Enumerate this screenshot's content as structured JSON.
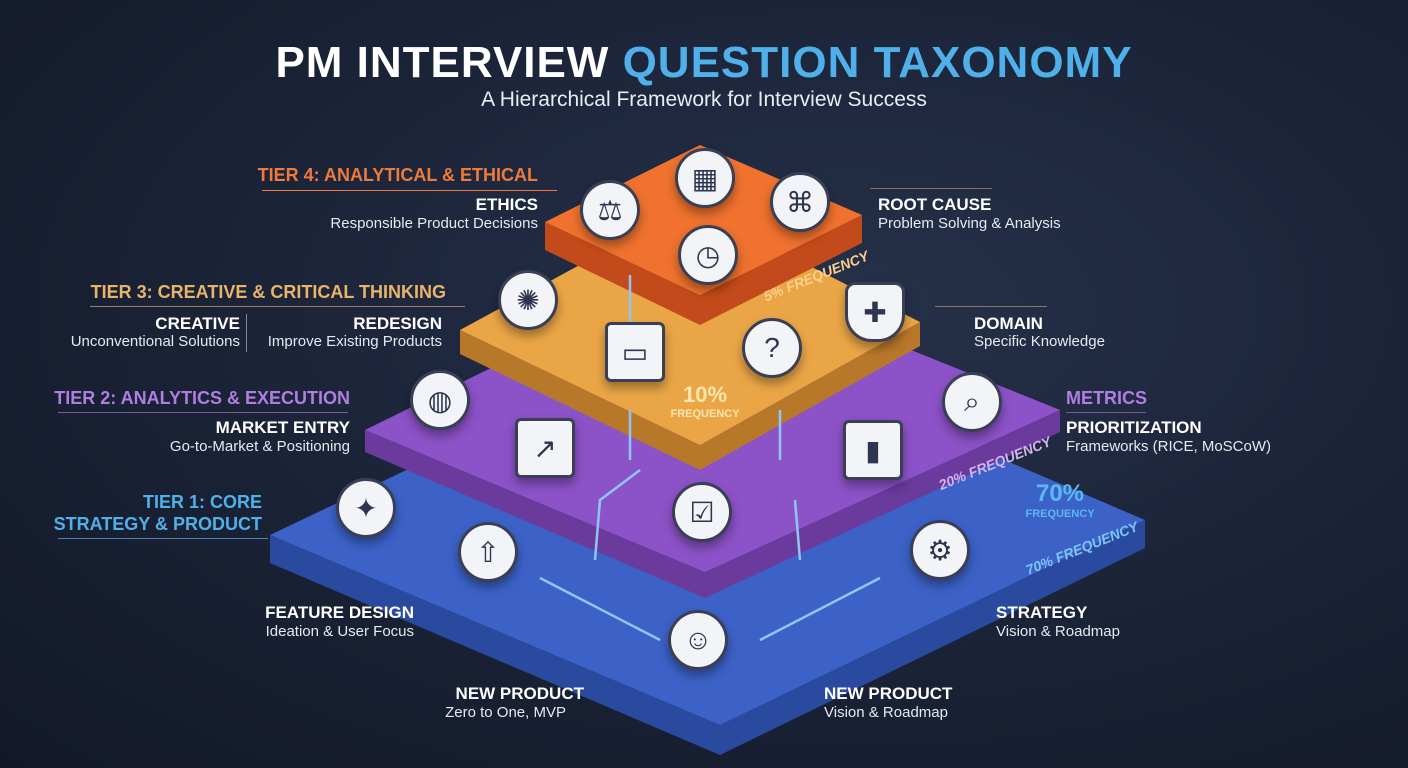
{
  "header": {
    "title_main": "PM INTERVIEW",
    "title_accent": "QUESTION TAXONOMY",
    "subtitle": "A Hierarchical Framework for Interview Success"
  },
  "colors": {
    "tier1": "#3f6fd0",
    "tier2": "#8a4fc4",
    "tier3": "#e8a240",
    "tier4": "#ef6a2a",
    "accent": "#4fb0ea"
  },
  "tiers": {
    "tier4": {
      "heading": "TIER 4: ANALYTICAL & ETHICAL",
      "frequency": "5% FREQUENCY",
      "items": [
        {
          "label": "ETHICS",
          "desc": "Responsible Product Decisions"
        },
        {
          "label": "ROOT CAUSE",
          "desc": "Problem Solving & Analysis"
        }
      ]
    },
    "tier3": {
      "heading": "TIER 3: CREATIVE & CRITICAL THINKING",
      "frequency_pct": "10%",
      "frequency_word": "FREQUENCY",
      "items": [
        {
          "label": "CREATIVE",
          "desc": "Unconventional Solutions"
        },
        {
          "label": "REDESIGN",
          "desc": "Improve Existing Products"
        },
        {
          "label": "DOMAIN",
          "desc": "Specific Knowledge"
        }
      ]
    },
    "tier2": {
      "heading": "TIER 2: ANALYTICS & EXECUTION",
      "frequency": "20% FREQUENCY",
      "metrics_heading": "METRICS",
      "items": [
        {
          "label": "MARKET ENTRY",
          "desc": "Go-to-Market & Positioning"
        },
        {
          "label": "PRIORITIZATION",
          "desc": "Frameworks (RICE, MoSCoW)"
        }
      ]
    },
    "tier1": {
      "heading_line1": "TIER 1: CORE",
      "heading_line2": "STRATEGY & PRODUCT",
      "frequency": "70% FREQUENCY",
      "frequency_pct": "70%",
      "frequency_word": "FREQUENCY",
      "items": [
        {
          "label": "FEATURE DESIGN",
          "desc": "Ideation & User Focus"
        },
        {
          "label": "STRATEGY",
          "desc": "Vision & Roadmap"
        },
        {
          "label": "NEW PRODUCT",
          "desc": "Zero to One, MVP"
        },
        {
          "label": "NEW PRODUCT",
          "desc": "Vision & Roadmap"
        }
      ]
    }
  },
  "icons": {
    "scale": "⚖",
    "calculator": "▦",
    "stopwatch": "◷",
    "hierarchy": "⌘",
    "brain": "✺",
    "wireframe": "▭",
    "question": "?",
    "shield": "✚",
    "globe": "◍",
    "chart_up": "↗",
    "checklist": "☑",
    "bar_chart": "▮",
    "magnifier_chart": "⌕",
    "lightbulb": "✦",
    "growth": "⇧",
    "gears": "⚙",
    "users_chat": "☺"
  }
}
